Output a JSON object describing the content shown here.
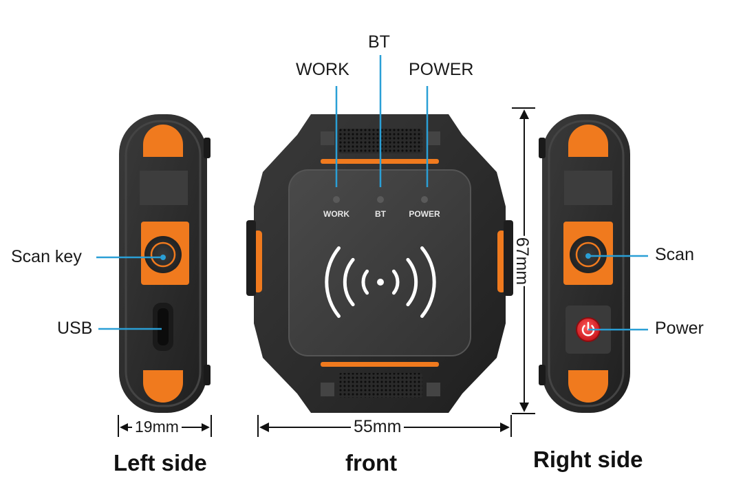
{
  "callouts": {
    "work": "WORK",
    "bt": "BT",
    "power_led": "POWER",
    "scan_key": "Scan key",
    "usb": "USB",
    "scan": "Scan",
    "power_button": "Power"
  },
  "device_print": {
    "work": "WORK",
    "bt": "BT",
    "power": "POWER"
  },
  "dimensions": {
    "width_side": "19mm",
    "width_front": "55mm",
    "height": "67mm"
  },
  "captions": {
    "left": "Left side",
    "front": "front",
    "right": "Right side"
  },
  "colors": {
    "accent_orange": "#f07a1e",
    "callout_blue": "#2a9fd6",
    "body_dark": "#2b2b2b",
    "power_red": "#e0262b"
  },
  "icons": {
    "nfc": "nfc-waves-icon",
    "power": "power-icon"
  }
}
